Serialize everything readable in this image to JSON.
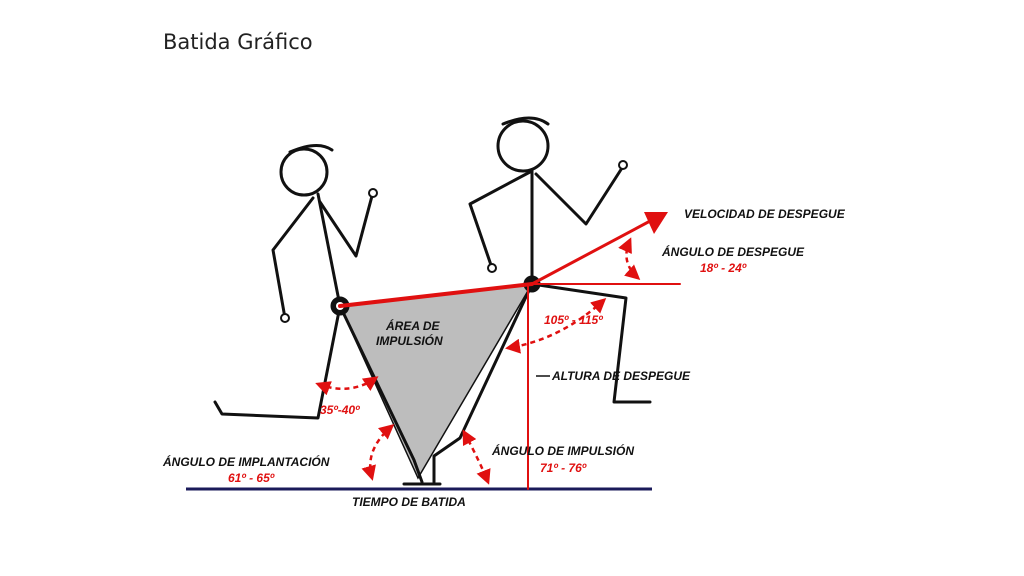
{
  "slide": {
    "title": "Batida Gráfico"
  },
  "labels": {
    "velocidad_despegue": "VELOCIDAD DE DESPEGUE",
    "angulo_despegue": "ÁNGULO DE DESPEGUE",
    "angulo_despegue_valor": "18º - 24º",
    "angulo_rodilla_valor": "105º - 115º",
    "area_impulsion_1": "ÁREA DE",
    "area_impulsion_2": "IMPULSIÓN",
    "altura_despegue": "ALTURA DE DESPEGUE",
    "angulo_pierna_valor": "35º-40º",
    "angulo_impulsion": "ÁNGULO DE IMPULSIÓN",
    "angulo_impulsion_valor": "71º - 76º",
    "angulo_implantacion": "ÁNGULO DE IMPLANTACIÓN",
    "angulo_implantacion_valor": "61º - 65º",
    "tiempo_batida": "TIEMPO DE BATIDA"
  },
  "colors": {
    "accent_red": "#e01010",
    "impulse_area_gray": "#bdbdbd",
    "ground_line": "#1a1a5a",
    "figure_stroke": "#111111"
  }
}
